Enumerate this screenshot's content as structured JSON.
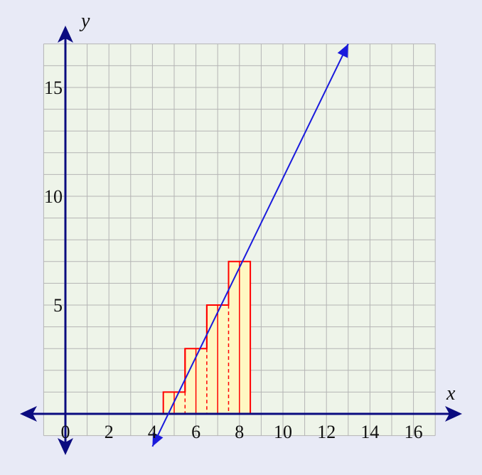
{
  "chart_data": {
    "type": "line",
    "title": "",
    "xlabel": "x",
    "ylabel": "y",
    "xlim": [
      -1,
      17
    ],
    "ylim": [
      -1,
      17
    ],
    "grid": true,
    "x_ticks": [
      0,
      2,
      4,
      6,
      8,
      10,
      12,
      14,
      16
    ],
    "x_tick_labels": [
      "0",
      "2",
      "4",
      "6",
      "8",
      "10",
      "12",
      "14",
      "16"
    ],
    "y_ticks": [
      5,
      10,
      15
    ],
    "y_tick_labels": [
      "5",
      "10",
      "15"
    ],
    "line": {
      "x": [
        4,
        13
      ],
      "y": [
        -1.5,
        17
      ],
      "arrows": "both",
      "color": "#1a1adc"
    },
    "rectangles": {
      "type": "bar",
      "width": 0.5,
      "left_edges": [
        4.5,
        5,
        5.5,
        6,
        6.5,
        7,
        7.5,
        8
      ],
      "heights": [
        1,
        1,
        3,
        3,
        5,
        5,
        7,
        7
      ],
      "fill": "#fff7c2",
      "stroke": "#ff0000"
    },
    "colors": {
      "background": "#e8eaf6",
      "plot_area": "#eef4e9",
      "grid": "#b4b4b4",
      "axis": "#0b0b80"
    }
  }
}
